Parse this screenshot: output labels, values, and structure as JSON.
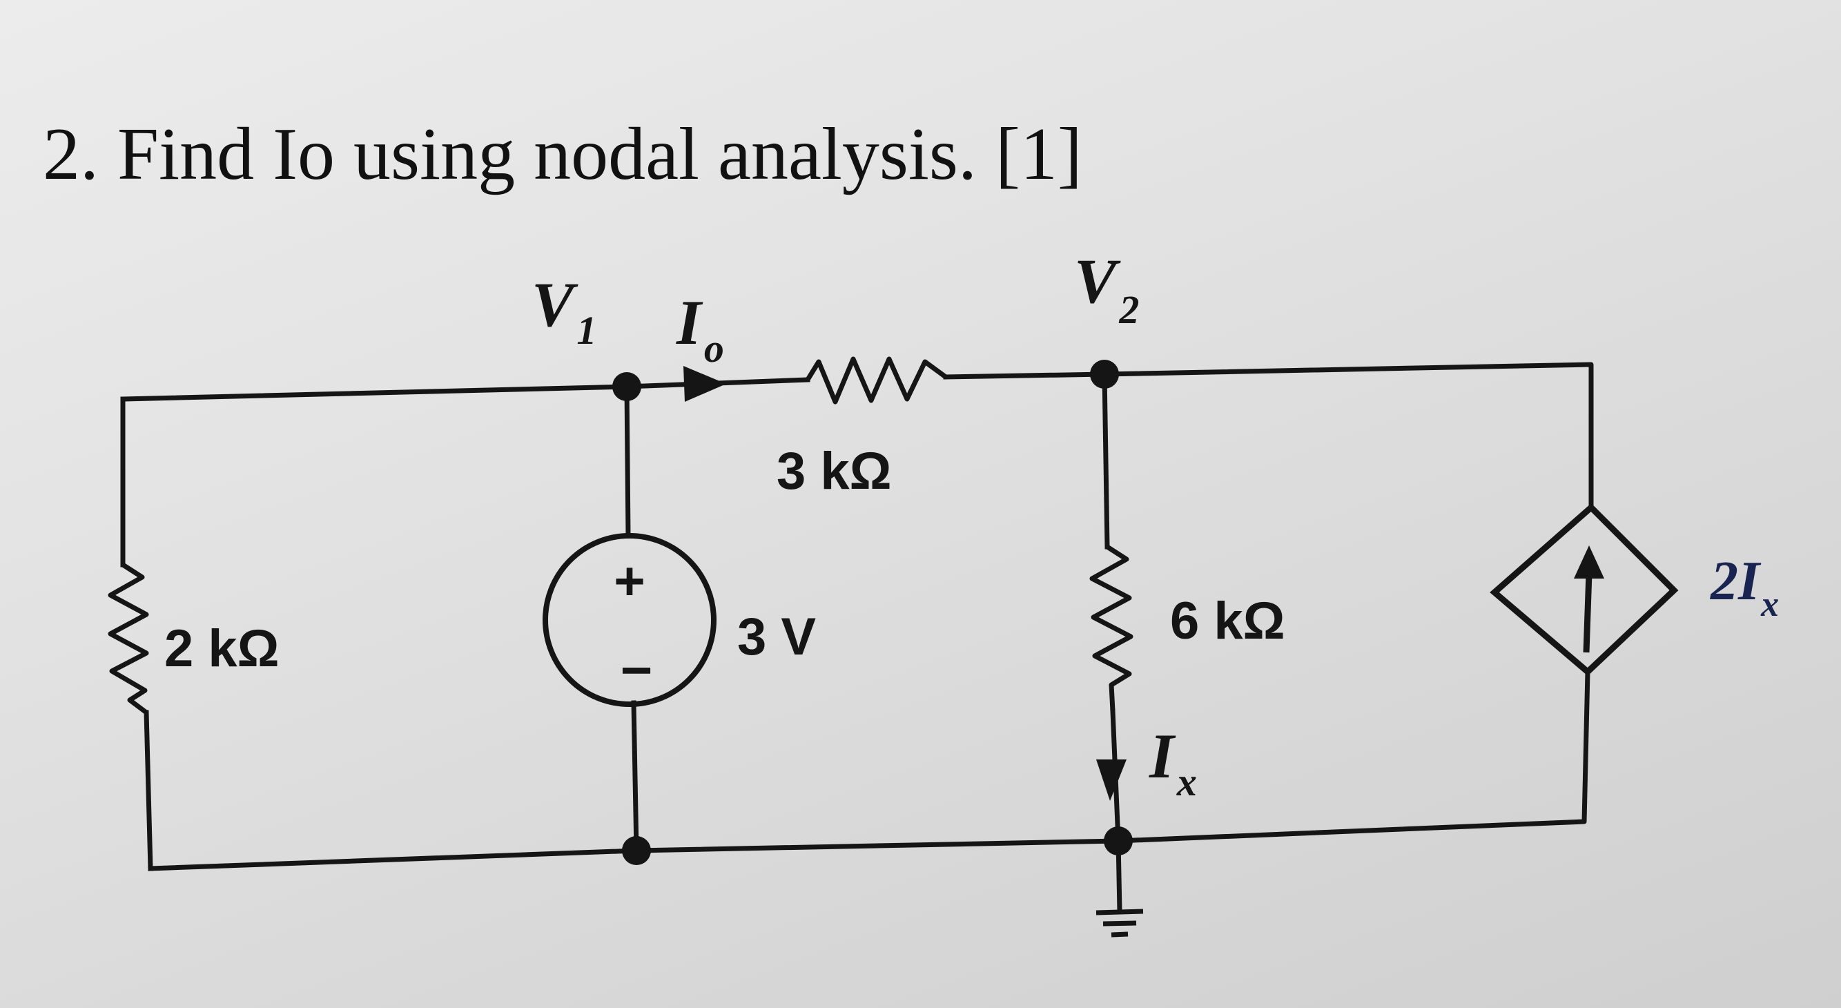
{
  "question": {
    "text": "2. Find Io using nodal analysis. [1]"
  },
  "circuit": {
    "nodes": {
      "v1": {
        "main": "V",
        "sub": "1"
      },
      "v2": {
        "main": "V",
        "sub": "2"
      }
    },
    "currents": {
      "io": {
        "main": "I",
        "sub": "o"
      },
      "ix": {
        "main": "I",
        "sub": "x"
      }
    },
    "components": {
      "r_left": {
        "label": "2 kΩ"
      },
      "r_top": {
        "label": "3 kΩ"
      },
      "r_mid": {
        "label": "6 kΩ"
      },
      "v_source": {
        "label": "3 V",
        "plus": "+",
        "minus": "−"
      },
      "dependent_source": {
        "coef": "2",
        "main": "I",
        "sub": "x"
      }
    }
  }
}
